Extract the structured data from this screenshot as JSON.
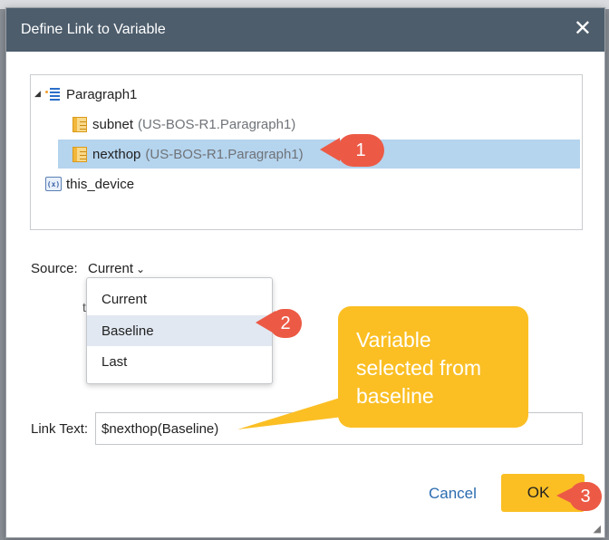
{
  "dialog": {
    "title": "Define Link to Variable",
    "close_glyph": "✕"
  },
  "tree": {
    "root": {
      "label": "Paragraph1",
      "expander": "◢",
      "icon": "paragraph-icon"
    },
    "children": [
      {
        "label": "subnet",
        "hint": "(US-BOS-R1.Paragraph1)",
        "icon": "variable-icon",
        "selected": false
      },
      {
        "label": "nexthop",
        "hint": "(US-BOS-R1.Paragraph1)",
        "icon": "variable-icon",
        "selected": true
      }
    ],
    "device": {
      "label": "this_device",
      "icon_text": "(x)",
      "icon": "device-variable-icon"
    }
  },
  "source": {
    "label": "Source:",
    "selected": "Current",
    "options": [
      "Current",
      "Baseline",
      "Last"
    ],
    "highlighted": "Baseline"
  },
  "ghost_letter": "t",
  "link_text": {
    "label": "Link Text:",
    "value": "$nexthop(Baseline)"
  },
  "buttons": {
    "cancel": "Cancel",
    "ok": "OK"
  },
  "annotations": {
    "callouts": [
      "1",
      "2",
      "3"
    ],
    "note_lines": [
      "Variable",
      "selected from",
      "baseline"
    ]
  },
  "colors": {
    "titlebar": "#4d5d6c",
    "selection": "#b5d4ee",
    "accent_yellow": "#fbbf24",
    "callout_red": "#ec5a45",
    "link_blue": "#2b6cb0"
  }
}
